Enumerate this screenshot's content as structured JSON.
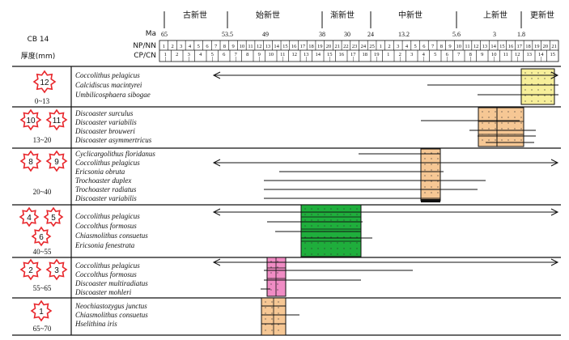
{
  "header": {
    "sample_label": "CB 14",
    "thickness_label": "厚度(mm)",
    "ma_label": "Ma",
    "np_label": "NP/NN",
    "cp_label": "CP/CN"
  },
  "epochs": [
    {
      "name": "古新世",
      "start": 65,
      "end": 53.5
    },
    {
      "name": "始新世",
      "start": 53.5,
      "end": 38
    },
    {
      "name": "渐新世",
      "start": 38,
      "end": 24
    },
    {
      "name": "中新世",
      "start": 24,
      "end": 5.6
    },
    {
      "name": "上新世",
      "start": 5.6,
      "end": 1.8
    },
    {
      "name": "更新世",
      "start": 1.8,
      "end": 0
    }
  ],
  "ma_ticks": [
    "65",
    "53.5",
    "49",
    "38",
    "30",
    "24",
    "13.2",
    "5.6",
    "3",
    "1.8"
  ],
  "np_zones": [
    "1",
    "2",
    "3",
    "4",
    "5",
    "6",
    "7",
    "8",
    "9",
    "10",
    "11",
    "12",
    "13",
    "14",
    "15",
    "16",
    "17",
    "18",
    "19",
    "20",
    "21",
    "22",
    "23",
    "24",
    "25",
    "1",
    "2",
    "3",
    "4",
    "5",
    "6",
    "7",
    "8",
    "9",
    "10",
    "11",
    "12",
    "13",
    "14",
    "15",
    "16",
    "17",
    "18",
    "19",
    "20",
    "21"
  ],
  "cp_zones": [
    "1",
    "2",
    "3",
    "4",
    "5",
    "6",
    "7",
    "8",
    "9",
    "10",
    "11",
    "12",
    "13",
    "14",
    "15",
    "16",
    "17",
    "18",
    "19",
    "1",
    "2",
    "3",
    "4",
    "5",
    "6",
    "7",
    "8",
    "9",
    "10",
    "11",
    "12",
    "13",
    "14",
    "15"
  ],
  "sections": [
    {
      "stars": [
        "12"
      ],
      "thickness": "0~13",
      "species": [
        "Coccolithus pelagicus",
        "Calcidiscus macintyrei",
        "Umbilicosphaera sibogae"
      ]
    },
    {
      "stars": [
        "10",
        "11"
      ],
      "thickness": "13~20",
      "species": [
        "Discoaster surculus",
        "Discoaster variabilis",
        "Discoaster brouweri",
        "Discoaster asymmertricus"
      ]
    },
    {
      "stars": [
        "8",
        "9"
      ],
      "thickness": "20~40",
      "species": [
        "Cyclicargolithus floridanus",
        "Coccolithus pelagicus",
        "Ericsonia obruta",
        "Trochoaster duplex",
        "Trochoaster radiatus",
        "Discoaster variabilis"
      ]
    },
    {
      "stars": [
        "4",
        "5",
        "6"
      ],
      "thickness": "40~55",
      "species": [
        "Coccolithus pelagicus",
        "Coccolthus formosus",
        "Chiasmolithus consuetus",
        "Ericsonia fenestrata"
      ]
    },
    {
      "stars": [
        "2",
        "3"
      ],
      "thickness": "55~65",
      "species": [
        "Coccolithus pelagicus",
        "Coccolthus formosus",
        "Discoaster multiradiatus",
        "Discoaster mohleri"
      ]
    },
    {
      "stars": [
        "1"
      ],
      "thickness": "65~70",
      "species": [
        "Neochiastozygus junctus",
        "Chiasmolithus consuetus",
        "Hselithina iris"
      ]
    }
  ],
  "colors": {
    "yellow": "#f7ef9a",
    "orange": "#f6c794",
    "green": "#1fae3c",
    "pink": "#f08cc4",
    "star": "#e8262b"
  }
}
